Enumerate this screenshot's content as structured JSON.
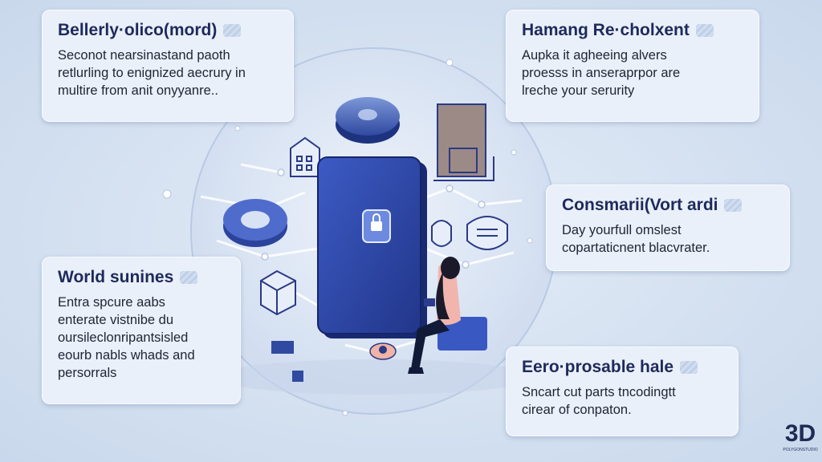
{
  "cards": [
    {
      "title": "Bellerly·olico(mord)",
      "lines": [
        "Seconot nearsinastand paoth",
        "retlurling to enignized aecrury in",
        "multire from anit onyyanre.."
      ]
    },
    {
      "title": "Hamang Re·cholxent",
      "lines": [
        "Aupka it agheeing alvers",
        "proesss in anseraprpor are",
        "lreche your serurity"
      ]
    },
    {
      "title": "Consmarii(Vort ardi",
      "lines": [
        "Day yourfull omslest",
        "copartaticnent blacvrater."
      ]
    },
    {
      "title": "World sunines",
      "lines": [
        "Entra spcure aabs",
        "enterate vistnibe du",
        "oursileclonripantsisled",
        "eourb nabls whads and",
        "persorrals"
      ]
    },
    {
      "title": "Eero·prosable hale",
      "lines": [
        "Sncart cut parts tncodingtt",
        "cirear of conpaton."
      ]
    }
  ],
  "logo": {
    "mark": "3D",
    "caption": "POLYGONSTUDIO"
  },
  "colors": {
    "accent": "#2f3f9e",
    "device": "#3048a8",
    "platform": "#dde7f5",
    "text": "#1e2a5c"
  }
}
